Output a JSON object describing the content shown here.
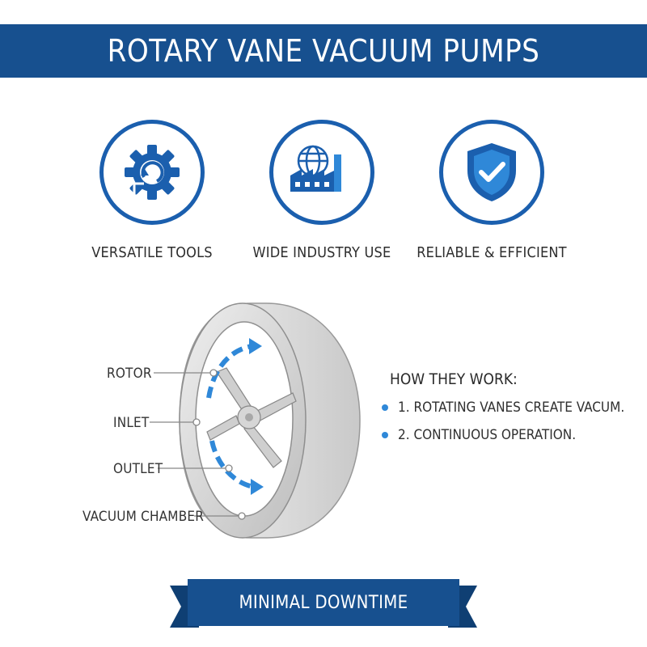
{
  "header": {
    "title": "ROTARY VANE VACUUM PUMPS"
  },
  "features": [
    {
      "label": "VERSATILE TOOLS",
      "icon": "gear-cycle-icon"
    },
    {
      "label": "WIDE INDUSTRY USE",
      "icon": "factory-globe-icon"
    },
    {
      "label": "RELIABLE & EFFICIENT",
      "icon": "shield-check-icon"
    }
  ],
  "diagram": {
    "labels": {
      "rotor": "ROTOR",
      "inlet": "INLET",
      "outlet": "OUTLET",
      "chamber": "VACUUM CHAMBER"
    }
  },
  "how_it_works": {
    "title": "HOW THEY WORK:",
    "steps": [
      "1. ROTATING VANES CREATE VACUM.",
      "2. CONTINUOUS OPERATION."
    ]
  },
  "banner": {
    "text": "MINIMAL DOWNTIME"
  },
  "colors": {
    "primary": "#17508f",
    "accent": "#2f88d8",
    "icon_blue": "#1b5fae"
  }
}
